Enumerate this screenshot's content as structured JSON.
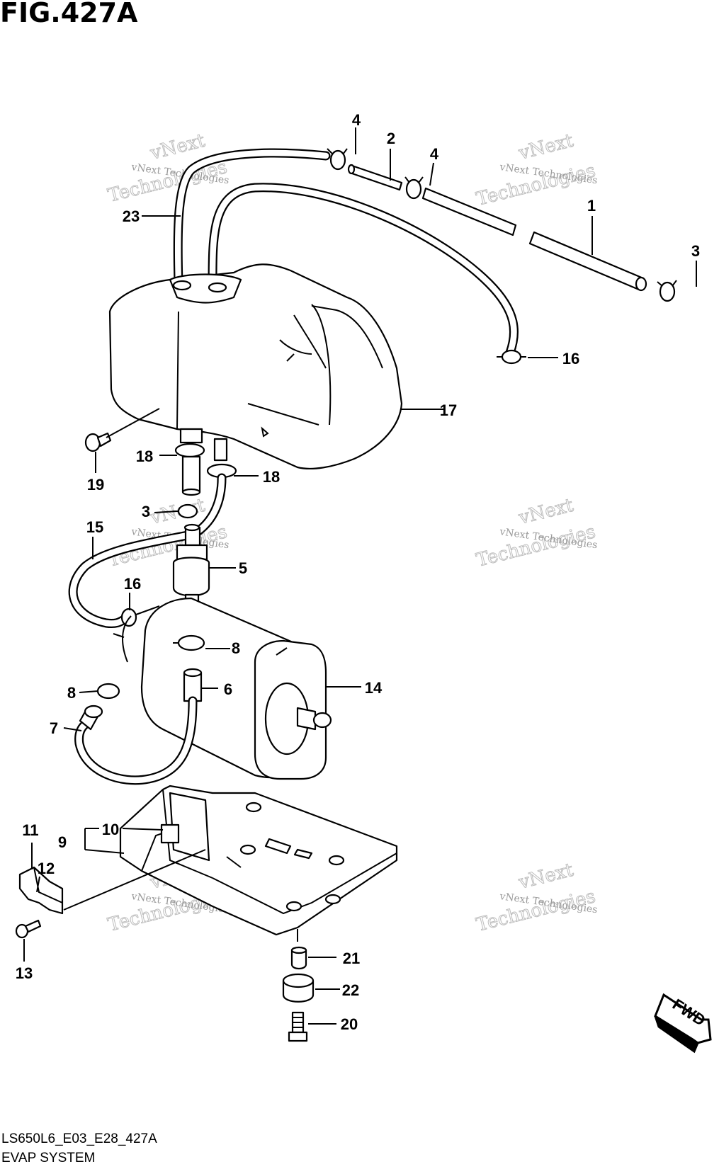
{
  "figure": {
    "title": "FIG.427A",
    "code": "LS650L6_E03_E28_427A",
    "subtitle": "EVAP SYSTEM"
  },
  "watermark": {
    "line1": "vNext",
    "line2": "Technologies",
    "small": "vNext Technologies"
  },
  "fwd_label": "FWD",
  "callouts": [
    {
      "num": "1"
    },
    {
      "num": "2"
    },
    {
      "num": "3"
    },
    {
      "num": "3"
    },
    {
      "num": "4"
    },
    {
      "num": "4"
    },
    {
      "num": "5"
    },
    {
      "num": "6"
    },
    {
      "num": "7"
    },
    {
      "num": "8"
    },
    {
      "num": "8"
    },
    {
      "num": "9"
    },
    {
      "num": "10"
    },
    {
      "num": "11"
    },
    {
      "num": "12"
    },
    {
      "num": "13"
    },
    {
      "num": "14"
    },
    {
      "num": "15"
    },
    {
      "num": "16"
    },
    {
      "num": "16"
    },
    {
      "num": "17"
    },
    {
      "num": "18"
    },
    {
      "num": "18"
    },
    {
      "num": "19"
    },
    {
      "num": "20"
    },
    {
      "num": "21"
    },
    {
      "num": "22"
    },
    {
      "num": "23"
    }
  ]
}
